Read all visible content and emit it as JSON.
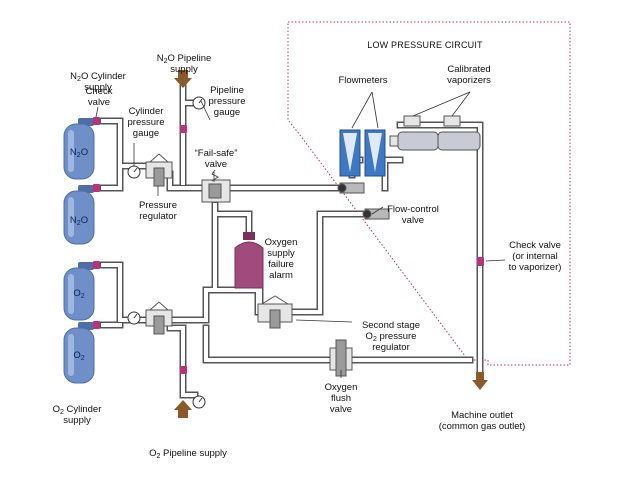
{
  "diagram": {
    "colors": {
      "pipe_fill": "#ffffff",
      "pipe_stroke": "#555555",
      "cylinder_blue": "#6f8fc9",
      "cylinder_dark": "#4e6ea8",
      "alarm_purple": "#a14a7c",
      "check_valve": "#b8337a",
      "arrow_brown": "#8a5a2b",
      "region_border": "#c0325a",
      "flowmeter_blue": "#3f78c2",
      "vaporizer_gray": "#c8ccd2",
      "valve_gray": "#b9b9b9"
    },
    "title": "LOW PRESSURE CIRCUIT",
    "labels": {
      "n2o_pipeline": {
        "pre": "N",
        "sub": "2",
        "post": "O Pipeline\nsupply"
      },
      "n2o_cylinder": {
        "pre": "N",
        "sub": "2",
        "post": "O Cylinder\nsupply"
      },
      "check_valve": "Check\nvalve",
      "cylinder_gauge": "Cylinder\npressure\ngauge",
      "pipeline_gauge": "Pipeline\npressure\ngauge",
      "fail_safe": "“Fail-safe”\nvalve",
      "flowmeters": "Flowmeters",
      "calibrated_vaporizers": "Calibrated\nvaporizers",
      "pressure_regulator": "Pressure\nregulator",
      "flow_control": "Flow-control\nvalve",
      "oxygen_alarm": "Oxygen\nsupply\nfailure\nalarm",
      "check_valve_vaporizer": "Check valve\n(or internal\nto vaporizer)",
      "second_stage": {
        "line1": "Second stage",
        "pre": "O",
        "sub": "2",
        "post": " pressure\nregulator"
      },
      "oxygen_flush": "Oxygen\nflush\nvalve",
      "machine_outlet": "Machine outlet\n(common gas outlet)",
      "o2_cylinder": {
        "pre": "O",
        "sub": "2",
        "post": " Cylinder\nsupply"
      },
      "o2_pipeline": {
        "pre": "O",
        "sub": "2",
        "post": " Pipeline supply"
      }
    },
    "cylinders": [
      {
        "pre": "N",
        "sub": "2",
        "post": "O"
      },
      {
        "pre": "N",
        "sub": "2",
        "post": "O"
      },
      {
        "pre": "O",
        "sub": "2",
        "post": ""
      },
      {
        "pre": "O",
        "sub": "2",
        "post": ""
      }
    ]
  }
}
